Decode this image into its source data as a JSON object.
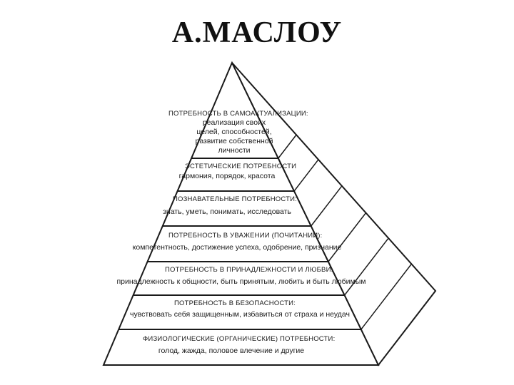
{
  "title": "А.МАСЛОУ",
  "pyramid": {
    "levels": [
      {
        "heading": "ПОТРЕБНОСТЬ В САМОАКТУАЛИЗАЦИИ:",
        "lines": [
          "реализация своих",
          "целей, способностей,",
          "развитие собственной",
          "личности"
        ]
      },
      {
        "heading": "ЭСТЕТИЧЕСКИЕ ПОТРЕБНОСТИ",
        "lines": [
          "гармония, порядок, красота"
        ]
      },
      {
        "heading": "ПОЗНАВАТЕЛЬНЫЕ ПОТРЕБНОСТИ:",
        "lines": [
          "знать, уметь, понимать, исследовать"
        ]
      },
      {
        "heading": "ПОТРЕБНОСТЬ В УВАЖЕНИИ (ПОЧИТАНИИ):",
        "lines": [
          "компетентность, достижение успеха, одобрение, признание"
        ]
      },
      {
        "heading": "ПОТРЕБНОСТЬ В ПРИНАДЛЕЖНОСТИ И ЛЮБВИ:",
        "lines": [
          "принадлежность к общности, быть принятым, любить и быть любимым"
        ]
      },
      {
        "heading": "ПОТРЕБНОСТЬ В БЕЗОПАСНОСТИ:",
        "lines": [
          "чувствовать себя защищенным, избавиться от страха и неудач"
        ]
      },
      {
        "heading": "ФИЗИОЛОГИЧЕСКИЕ (ОРГАНИЧЕСКИЕ) ПОТРЕБНОСТИ:",
        "lines": [
          "голод, жажда, половое влечение и другие"
        ]
      }
    ]
  }
}
